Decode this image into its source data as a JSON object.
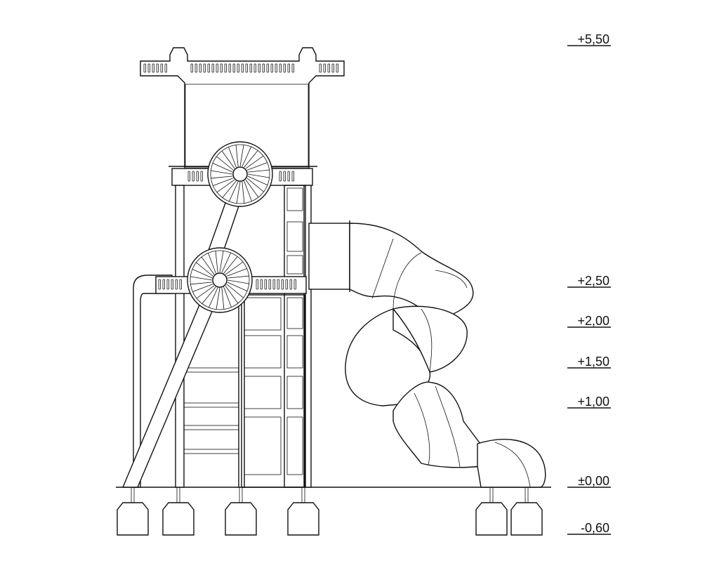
{
  "drawing": {
    "elevation_marks": [
      {
        "label": "+5,50"
      },
      {
        "label": "+2,50"
      },
      {
        "label": "+2,00"
      },
      {
        "label": "+1,50"
      },
      {
        "label": "+1,00"
      },
      {
        "label": "±0,00"
      },
      {
        "label": "-0,60"
      }
    ]
  }
}
